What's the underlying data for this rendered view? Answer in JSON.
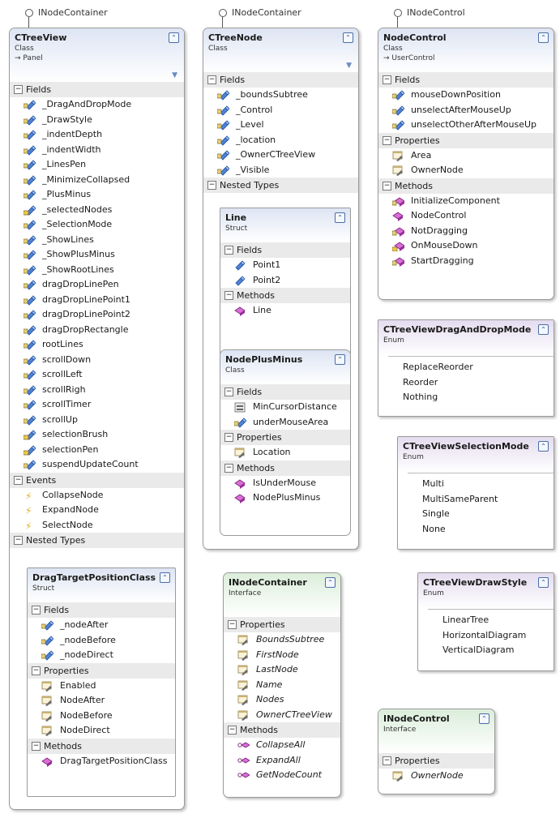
{
  "lollipops": [
    {
      "label": "INodeContainer"
    },
    {
      "label": "INodeContainer"
    },
    {
      "label": "INodeControl"
    }
  ],
  "ctreeview": {
    "title": "CTreeView",
    "kind": "Class",
    "base": "→ Panel",
    "sections": {
      "fields": "Fields",
      "events": "Events",
      "nested": "Nested Types"
    },
    "fields": [
      {
        "name": "_DragAndDropMode",
        "icon": "field-private-icon"
      },
      {
        "name": "_DrawStyle",
        "icon": "field-private-icon"
      },
      {
        "name": "_indentDepth",
        "icon": "field-private-icon"
      },
      {
        "name": "_indentWidth",
        "icon": "field-private-icon"
      },
      {
        "name": "_LinesPen",
        "icon": "field-private-icon"
      },
      {
        "name": "_MinimizeCollapsed",
        "icon": "field-private-icon"
      },
      {
        "name": "_PlusMinus",
        "icon": "field-private-icon"
      },
      {
        "name": "_selectedNodes",
        "icon": "field-protected-icon"
      },
      {
        "name": "_SelectionMode",
        "icon": "field-private-icon"
      },
      {
        "name": "_ShowLines",
        "icon": "field-private-icon"
      },
      {
        "name": "_ShowPlusMinus",
        "icon": "field-private-icon"
      },
      {
        "name": "_ShowRootLines",
        "icon": "field-private-icon"
      },
      {
        "name": "dragDropLinePen",
        "icon": "field-private-icon"
      },
      {
        "name": "dragDropLinePoint1",
        "icon": "field-private-icon"
      },
      {
        "name": "dragDropLinePoint2",
        "icon": "field-private-icon"
      },
      {
        "name": "dragDropRectangle",
        "icon": "field-private-icon"
      },
      {
        "name": "rootLines",
        "icon": "field-private-icon"
      },
      {
        "name": "scrollDown",
        "icon": "field-private-icon"
      },
      {
        "name": "scrollLeft",
        "icon": "field-private-icon"
      },
      {
        "name": "scrollRigh",
        "icon": "field-private-icon"
      },
      {
        "name": "scrollTimer",
        "icon": "field-private-icon"
      },
      {
        "name": "scrollUp",
        "icon": "field-private-icon"
      },
      {
        "name": "selectionBrush",
        "icon": "field-protected-icon"
      },
      {
        "name": "selectionPen",
        "icon": "field-protected-icon"
      },
      {
        "name": "suspendUpdateCount",
        "icon": "field-private-icon"
      }
    ],
    "events": [
      "CollapseNode",
      "ExpandNode",
      "SelectNode"
    ]
  },
  "dragtarget": {
    "title": "DragTargetPositionClass",
    "kind": "Struct",
    "sections": {
      "fields": "Fields",
      "properties": "Properties",
      "methods": "Methods"
    },
    "fields": [
      "_nodeAfter",
      "_nodeBefore",
      "_nodeDirect"
    ],
    "properties": [
      "Enabled",
      "NodeAfter",
      "NodeBefore",
      "NodeDirect"
    ],
    "methods": [
      "DragTargetPositionClass"
    ]
  },
  "ctreenode": {
    "title": "CTreeNode",
    "kind": "Class",
    "sections": {
      "fields": "Fields",
      "nested": "Nested Types"
    },
    "fields": [
      "_boundsSubtree",
      "_Control",
      "_Level",
      "_location",
      "_OwnerCTreeView",
      "_Visible"
    ]
  },
  "line": {
    "title": "Line",
    "kind": "Struct",
    "sections": {
      "fields": "Fields",
      "methods": "Methods"
    },
    "fields": [
      "Point1",
      "Point2"
    ],
    "methods": [
      "Line"
    ]
  },
  "nodeplusminus": {
    "title": "NodePlusMinus",
    "kind": "Class",
    "sections": {
      "fields": "Fields",
      "properties": "Properties",
      "methods": "Methods"
    },
    "fields": [
      {
        "name": "MinCursorDistance",
        "icon": "constant-icon"
      },
      {
        "name": "underMouseArea",
        "icon": "field-private-icon"
      }
    ],
    "properties": [
      "Location"
    ],
    "methods": [
      "IsUnderMouse",
      "NodePlusMinus"
    ]
  },
  "inodecontainer": {
    "title": "INodeContainer",
    "kind": "Interface",
    "sections": {
      "properties": "Properties",
      "methods": "Methods"
    },
    "properties": [
      "BoundsSubtree",
      "FirstNode",
      "LastNode",
      "Name",
      "Nodes",
      "OwnerCTreeView"
    ],
    "methods": [
      "CollapseAll",
      "ExpandAll",
      "GetNodeCount"
    ]
  },
  "nodecontrol": {
    "title": "NodeControl",
    "kind": "Class",
    "base": "→ UserControl",
    "sections": {
      "fields": "Fields",
      "properties": "Properties",
      "methods": "Methods"
    },
    "fields": [
      "mouseDownPosition",
      "unselectAfterMouseUp",
      "unselectOtherAfterMouseUp"
    ],
    "properties": [
      "Area",
      "OwnerNode"
    ],
    "methods": [
      {
        "name": "InitializeComponent",
        "icon": "method-private-icon"
      },
      {
        "name": "NodeControl",
        "icon": "method-public-icon"
      },
      {
        "name": "NotDragging",
        "icon": "method-private-icon"
      },
      {
        "name": "OnMouseDown",
        "icon": "method-protected-icon"
      },
      {
        "name": "StartDragging",
        "icon": "method-private-icon"
      }
    ]
  },
  "dndmode": {
    "title": "CTreeViewDragAndDropMode",
    "kind": "Enum",
    "values": [
      "ReplaceReorder",
      "Reorder",
      "Nothing"
    ]
  },
  "selmode": {
    "title": "CTreeViewSelectionMode",
    "kind": "Enum",
    "values": [
      "Multi",
      "MultiSameParent",
      "Single",
      "None"
    ]
  },
  "drawstyle": {
    "title": "CTreeViewDrawStyle",
    "kind": "Enum",
    "values": [
      "LinearTree",
      "HorizontalDiagram",
      "VerticalDiagram"
    ]
  },
  "inodecontrol": {
    "title": "INodeControl",
    "kind": "Interface",
    "sections": {
      "properties": "Properties"
    },
    "properties": [
      "OwnerNode"
    ]
  },
  "colors": {
    "field_blue": "#3b6cc4",
    "method_magenta": "#c23bbf",
    "property_tan": "#b89a60",
    "event_yellow": "#e0b020"
  }
}
